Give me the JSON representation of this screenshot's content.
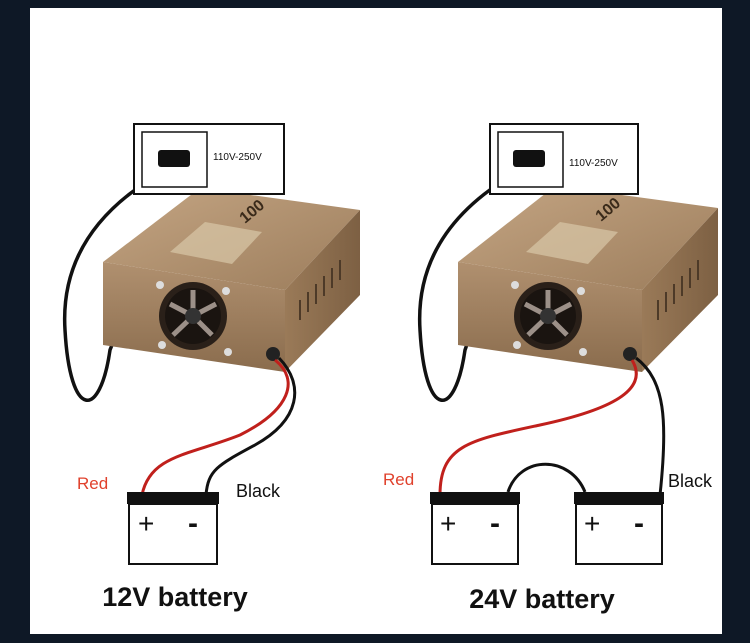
{
  "colors": {
    "frame": "#0e1826",
    "canvas": "#ffffff",
    "charger_body": "#a98a69",
    "charger_shadow": "#7a5f44",
    "charger_top": "#b89a78",
    "red_wire": "#c0201c",
    "black_wire": "#111111",
    "red_label": "#e0412c",
    "black_label": "#111111"
  },
  "diagrams": [
    {
      "outlet_label": "110V-250V",
      "charger_brand": "100",
      "positive_label": "Red",
      "negative_label": "Black",
      "battery_count": 1,
      "battery_plus": "+",
      "battery_minus": "-",
      "caption": "12V battery"
    },
    {
      "outlet_label": "110V-250V",
      "charger_brand": "100",
      "positive_label": "Red",
      "negative_label": "Black",
      "battery_count": 2,
      "battery_plus": "+",
      "battery_minus": "-",
      "caption": "24V battery"
    }
  ]
}
